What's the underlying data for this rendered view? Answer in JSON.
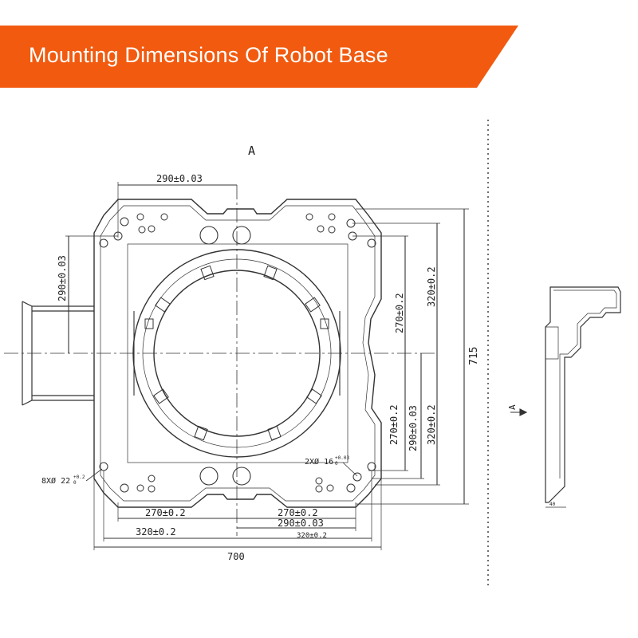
{
  "header": {
    "title": "Mounting Dimensions Of Robot Base",
    "accent": "#f15a0f"
  },
  "drawing": {
    "view_label": "A",
    "side_view_label": "A",
    "dims": {
      "top_290": "290±0.03",
      "left_290": "290±0.03",
      "right_320_top": "320±0.2",
      "right_270_top": "270±0.2",
      "height_715": "715",
      "right_270_bot": "270±0.2",
      "right_290_bot": "290±0.03",
      "right_320_bot": "320±0.2",
      "bottom_270_left": "270±0.2",
      "bottom_270_right": "270±0.2",
      "bottom_290": "290±0.03",
      "bottom_320_left": "320±0.2",
      "bottom_320_right": "320±0.2",
      "width_700": "700",
      "holes_8x": "8XØ 22",
      "holes_8x_tol": "+0.2",
      "holes_8x_tol2": "0",
      "holes_2x": "2XØ 16",
      "holes_2x_tol": "+0.03",
      "holes_2x_tol2": "0",
      "side_40": "40"
    }
  }
}
